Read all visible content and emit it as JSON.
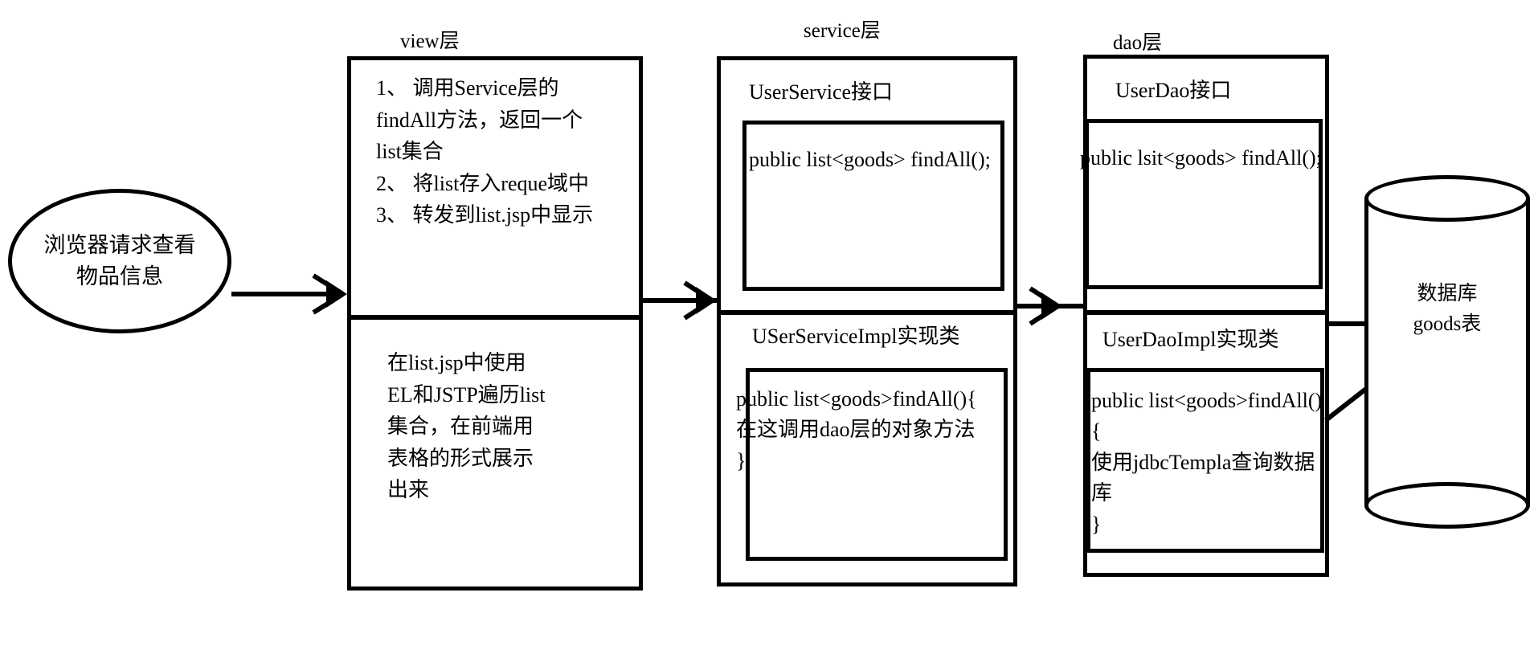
{
  "diagram": {
    "title_labels": {
      "view": "view层",
      "service": "service层",
      "dao": "dao层"
    },
    "start_node": {
      "line1": "浏览器请求查看",
      "line2": "物品信息"
    },
    "view_layer": {
      "top_text": "1、 调用Service层的\nfindAll方法，返回一个\nlist集合\n2、 将list存入reque域中\n3、 转发到list.jsp中显示",
      "bottom_text": "在list.jsp中使用\nEL和JSTP遍历list\n集合，在前端用\n表格的形式展示\n出来"
    },
    "service_layer": {
      "interface_title": "UserService接口",
      "interface_code": "public list<goods> findAll();",
      "impl_title": "USerServiceImpl实现类",
      "impl_code": "public list<goods>findAll(){\n在这调用dao层的对象方法\n}"
    },
    "dao_layer": {
      "interface_title": "UserDao接口",
      "interface_code": "public lsit<goods> findAll();",
      "impl_title": "UserDaoImpl实现类",
      "impl_code": "public list<goods>findAll()\n{\n使用jdbcTempla查询数据\n库\n}"
    },
    "database": {
      "line1": "数据库",
      "line2": "goods表"
    },
    "colors": {
      "stroke": "#000000",
      "background": "#ffffff"
    }
  }
}
